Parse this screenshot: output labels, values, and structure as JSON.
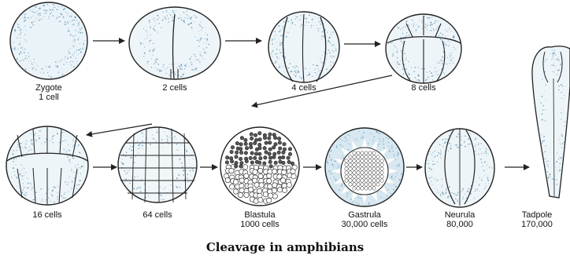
{
  "stages": [
    {
      "id": "zygote",
      "name": "Zygote",
      "count": "1 cell"
    },
    {
      "id": "two-cells",
      "name": "2 cells",
      "count": ""
    },
    {
      "id": "four-cells",
      "name": "4 cells",
      "count": ""
    },
    {
      "id": "eight-cells",
      "name": "8 cells",
      "count": ""
    },
    {
      "id": "sixteen-cells",
      "name": "16 cells",
      "count": ""
    },
    {
      "id": "sixtyfour-cells",
      "name": "64 cells",
      "count": ""
    },
    {
      "id": "blastula",
      "name": "Blastula",
      "count": "1000 cells"
    },
    {
      "id": "gastrula",
      "name": "Gastrula",
      "count": "30,000 cells"
    },
    {
      "id": "neurula",
      "name": "Neurula",
      "count": "80,000"
    },
    {
      "id": "tadpole",
      "name": "Tadpole",
      "count": "170,000"
    }
  ],
  "caption": "Cleavage in amphibians",
  "colors": {
    "stipple": "#4a86a8",
    "outline": "#222222"
  }
}
